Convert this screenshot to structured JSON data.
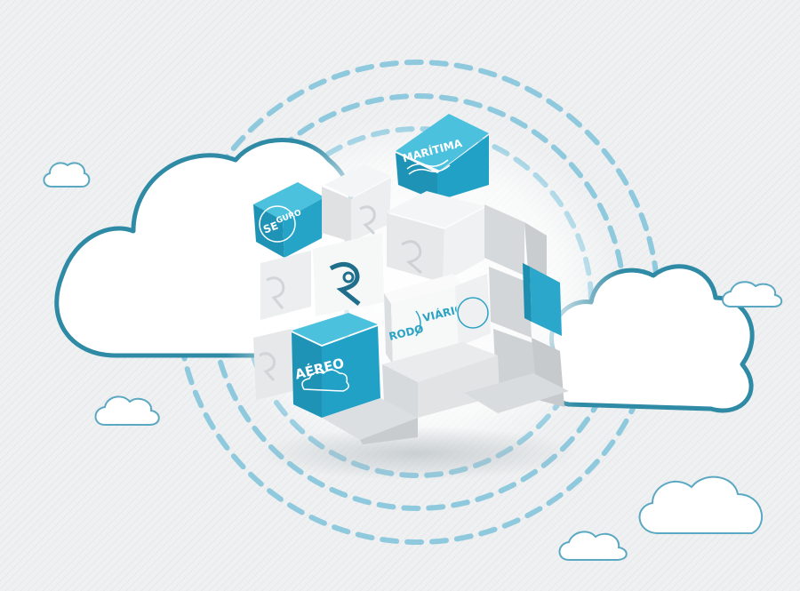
{
  "colors": {
    "background": "#eef0f1",
    "cloud_stroke": "#2f8aa5",
    "dashed_ring": "#8fc9de",
    "tile_blue": "#24a2c6",
    "tile_grey": "#e9eaeb",
    "logo_line": "#1f6f8c"
  },
  "tiles": {
    "seguro": {
      "label_part1": "SE",
      "label_part2": "GURO",
      "icon": "shield-ring-icon"
    },
    "maritima": {
      "label": "MARÍTIMA",
      "icon": "waves-icon"
    },
    "aereo": {
      "label": "AÉREO",
      "icon": "cloud-plane-icon"
    },
    "rodoviario": {
      "label_part1": "RODO",
      "label_part2": "VIÁRIO",
      "icon": "road-icon"
    },
    "center_logo": {
      "icon": "r-logo-icon"
    }
  }
}
